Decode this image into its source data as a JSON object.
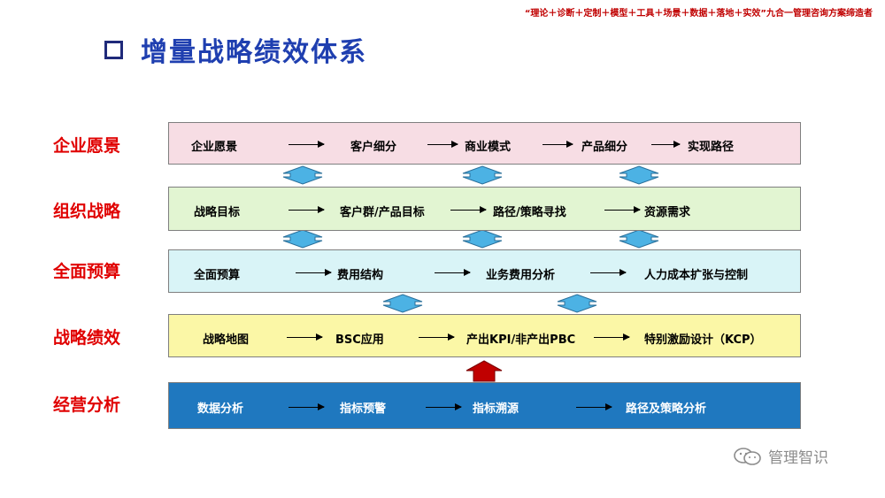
{
  "tagline": "“理论＋诊断＋定制＋模型＋工具＋场景＋数据＋落地＋实效”九合一管理咨询方案缔造者",
  "title": "增量战略绩效体系",
  "rows": [
    {
      "label": "企业愿景",
      "items": [
        "企业愿景",
        "客户细分",
        "商业模式",
        "产品细分",
        "实现路径"
      ]
    },
    {
      "label": "组织战略",
      "items": [
        "战略目标",
        "客户群/产品目标",
        "路径/策略寻找",
        "资源需求"
      ]
    },
    {
      "label": "全面预算",
      "items": [
        "全面预算",
        "费用结构",
        "业务费用分析",
        "人力成本扩张与控制"
      ]
    },
    {
      "label": "战略绩效",
      "items": [
        "战略地图",
        "BSC应用",
        "产出KPI/非产出PBC",
        "特别激励设计（KCP）"
      ]
    },
    {
      "label": "经营分析",
      "items": [
        "数据分析",
        "指标预警",
        "指标溯源",
        "路径及策略分析"
      ]
    }
  ],
  "colors": {
    "band1": "#f7dde4",
    "band2": "#e2f5d2",
    "band3": "#d9f4f7",
    "band4": "#fbf7a6",
    "band5": "#1f78bf",
    "label": "#e00000",
    "title": "#1f3fb0",
    "connector": "#4cb2e4",
    "up_arrow": "#c00000"
  },
  "watermark": "管理智识",
  "watermark_icon": "wechat-icon"
}
